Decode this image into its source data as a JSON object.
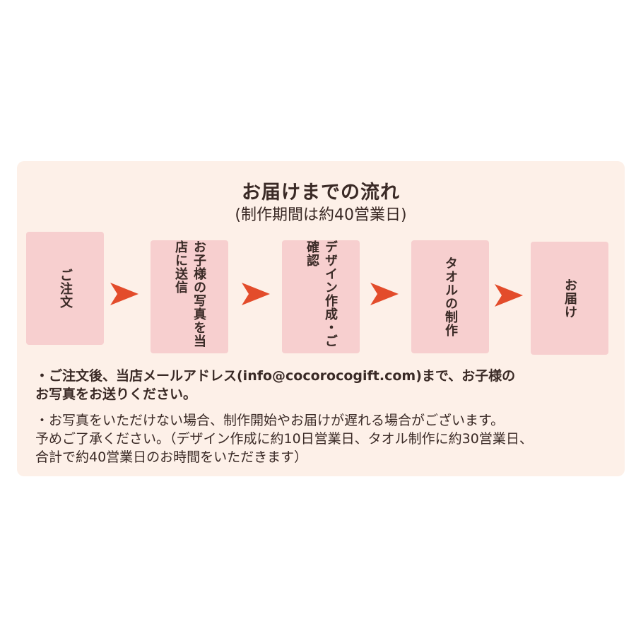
{
  "heading": {
    "title": "お届けまでの流れ",
    "subtitle": "(制作期間は約40営業日)"
  },
  "steps": [
    {
      "label": "ご注文"
    },
    {
      "label": "お子様の写真を当店に送信"
    },
    {
      "label": "デザイン作成・ご確認"
    },
    {
      "label": "タオルの制作"
    },
    {
      "label": "お届け"
    }
  ],
  "colors": {
    "panel_bg": "#fdf0e8",
    "step_bg": "#f7cfcf",
    "arrow": "#e34c2b",
    "text": "#3a2a26"
  },
  "notes": {
    "line1": "・ご注文後、当店メールアドレス(info@cocorocogift.com)まで、お子様の",
    "line2": "お写真をお送りください。",
    "line3": "・お写真をいただけない場合、制作開始やお届けが遅れる場合がございます。",
    "line4": "予めご了承ください。（デザイン作成に約10日営業日、タオル制作に約30営業日、",
    "line5": "合計で約40営業日のお時間をいただきます）"
  }
}
